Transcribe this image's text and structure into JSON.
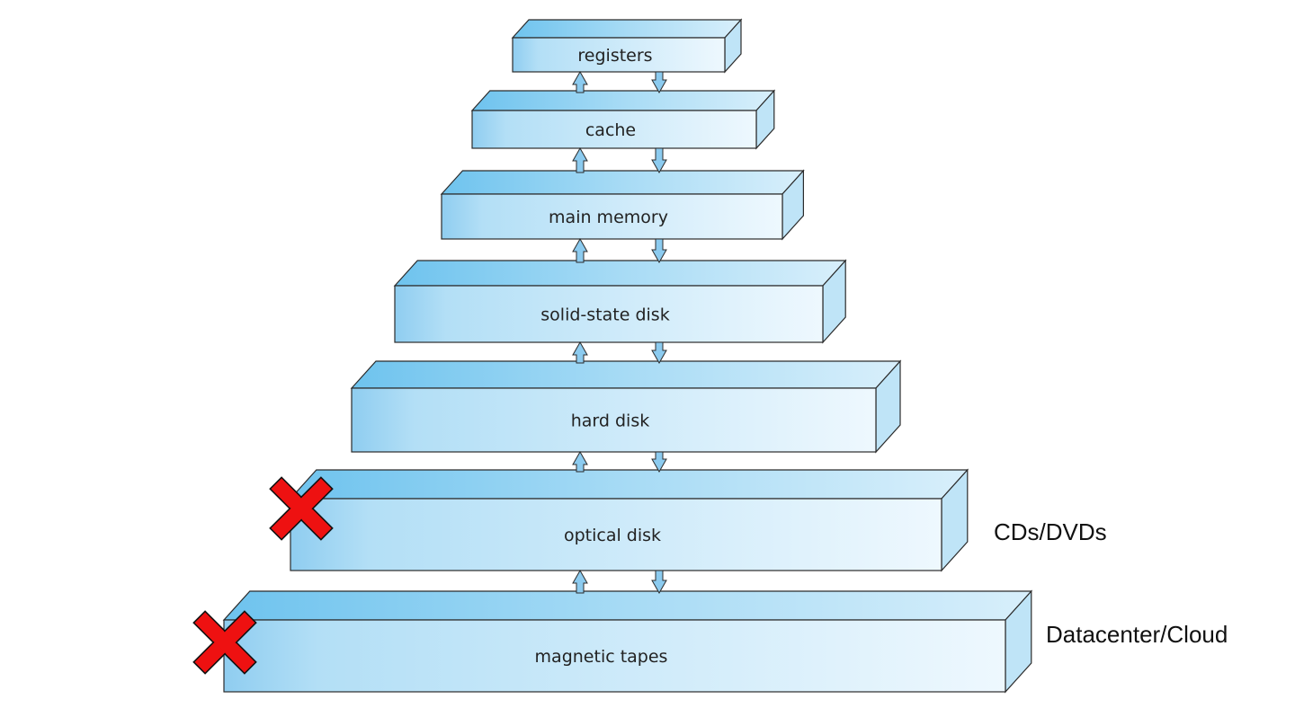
{
  "diagram": {
    "levels": [
      {
        "id": "registers",
        "label": "registers",
        "crossed": false,
        "side_label": ""
      },
      {
        "id": "cache",
        "label": "cache",
        "crossed": false,
        "side_label": ""
      },
      {
        "id": "main-memory",
        "label": "main memory",
        "crossed": false,
        "side_label": ""
      },
      {
        "id": "solid-state-disk",
        "label": "solid-state disk",
        "crossed": false,
        "side_label": ""
      },
      {
        "id": "hard-disk",
        "label": "hard disk",
        "crossed": false,
        "side_label": ""
      },
      {
        "id": "optical-disk",
        "label": "optical disk",
        "crossed": true,
        "side_label": "CDs/DVDs"
      },
      {
        "id": "magnetic-tapes",
        "label": "magnetic tapes",
        "crossed": true,
        "side_label": "Datacenter/Cloud"
      }
    ],
    "arrows": "bidirectional",
    "colors": {
      "box_front_left": "#8fcdf0",
      "box_front_right": "#eef8fe",
      "box_top": "#6ec3ee",
      "box_side": "#bfe4f7",
      "box_stroke": "#2b2b2b",
      "arrow_fill": "#8ccbef",
      "cross": "#ee1111",
      "side_label": "#111111"
    },
    "icons": {
      "cross": "x-mark-icon",
      "arrow_up": "arrow-up-icon",
      "arrow_down": "arrow-down-icon"
    }
  }
}
